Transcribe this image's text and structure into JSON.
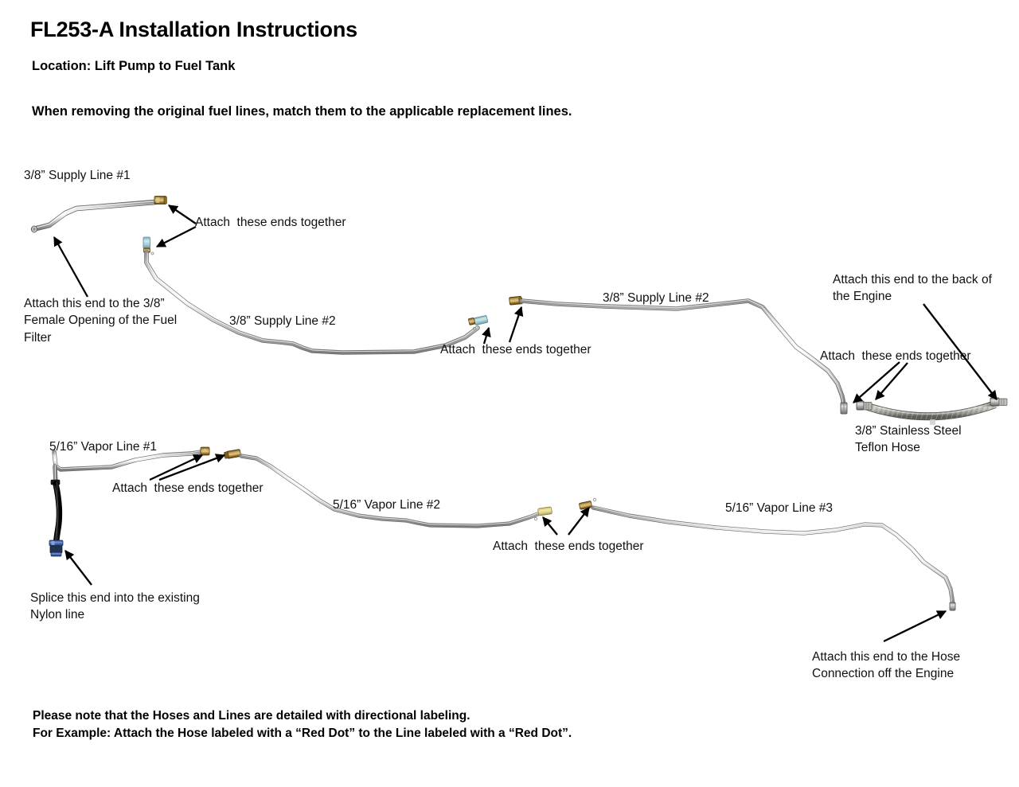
{
  "document": {
    "title": "FL253-A Installation Instructions",
    "location": "Location: Lift Pump to Fuel Tank",
    "instruction": "When removing the original fuel lines, match them to the applicable replacement lines.",
    "footer_note_1": "Please note that the Hoses and Lines are detailed with directional labeling.",
    "footer_note_2": "For Example: Attach the Hose labeled with a “Red Dot” to the Line labeled with a “Red Dot”."
  },
  "labels": {
    "supply_line_1": "3/8” Supply Line #1",
    "supply_line_2_left": "3/8” Supply Line #2",
    "supply_line_2_right": "3/8” Supply Line #2",
    "stainless_hose": "3/8” Stainless Steel\nTeflon Hose",
    "vapor_line_1": "5/16” Vapor Line #1",
    "vapor_line_2": "5/16” Vapor Line #2",
    "vapor_line_3": "5/16” Vapor Line #3"
  },
  "annotations": {
    "attach_ends_supply1": "Attach  these ends together",
    "attach_fuel_filter": "Attach this end to the 3/8”\nFemale Opening of the Fuel\nFilter",
    "attach_ends_supply2": "Attach  these ends together",
    "attach_back_of_engine": "Attach this end to the back of\nthe Engine",
    "attach_ends_hose": "Attach  these ends together",
    "attach_ends_vapor1": "Attach  these ends together",
    "attach_ends_vapor2": "Attach  these ends together",
    "splice_nylon": "Splice this end into the existing\nNylon line",
    "attach_hose_connection": "Attach this end to the Hose\nConnection off the Engine"
  },
  "colors": {
    "pipe_light": "#f2f2f0",
    "pipe_mid": "#bdbdbb",
    "pipe_dark": "#8a8a88",
    "pipe_outline": "#6f6f6d",
    "brass": "#9a7430",
    "brass_light": "#c9a85f",
    "gold": "#e3d48a",
    "teal": "#a8cfd6",
    "blue_connect": "#4a6fb5",
    "black_hose": "#161616",
    "braid": "#9c9c97",
    "arrow": "#000000",
    "text": "#000000"
  }
}
